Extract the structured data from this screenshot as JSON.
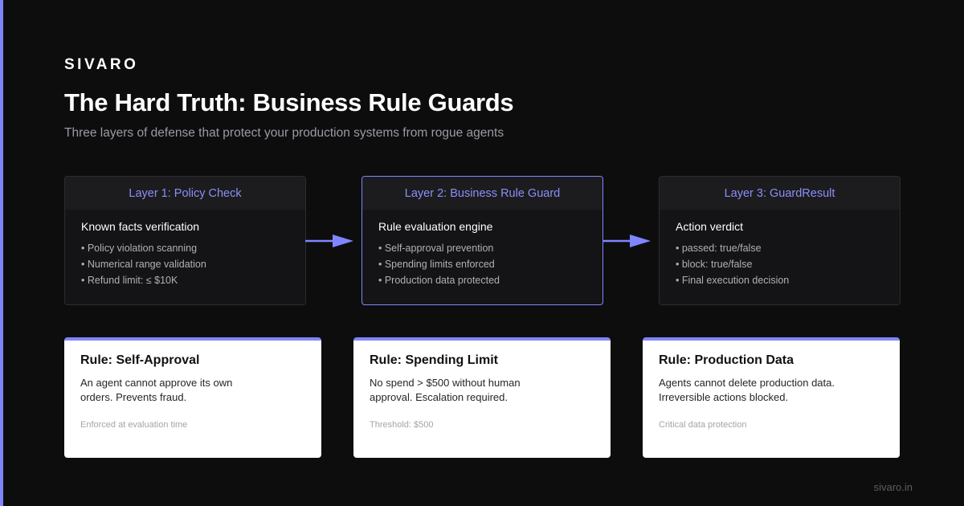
{
  "brand": "SIVARO",
  "title": "The Hard Truth: Business Rule Guards",
  "subtitle": "Three layers of defense that protect your production systems from rogue agents",
  "colors": {
    "accent": "#7f86ff",
    "background": "#0d0d0e",
    "layer_title": "#8b8ff7"
  },
  "layers": [
    {
      "title": "Layer 1: Policy Check",
      "heading": "Known facts verification",
      "bullets": [
        "• Policy violation scanning",
        "• Numerical range validation",
        "• Refund limit: ≤ $10K"
      ]
    },
    {
      "title": "Layer 2: Business Rule Guard",
      "heading": "Rule evaluation engine",
      "bullets": [
        "• Self-approval prevention",
        "• Spending limits enforced",
        "• Production data protected"
      ]
    },
    {
      "title": "Layer 3: GuardResult",
      "heading": "Action verdict",
      "bullets": [
        "• passed: true/false",
        "• block: true/false",
        "• Final execution decision"
      ]
    }
  ],
  "rules": [
    {
      "title": "Rule: Self-Approval",
      "description": "An agent cannot approve its own orders. Prevents fraud.",
      "note": "Enforced at evaluation time"
    },
    {
      "title": "Rule: Spending Limit",
      "description": "No spend > $500 without human approval. Escalation required.",
      "note": "Threshold: $500"
    },
    {
      "title": "Rule: Production Data",
      "description": "Agents cannot delete production data. Irreversible actions blocked.",
      "note": "Critical data protection"
    }
  ],
  "footer": "sivaro.in"
}
